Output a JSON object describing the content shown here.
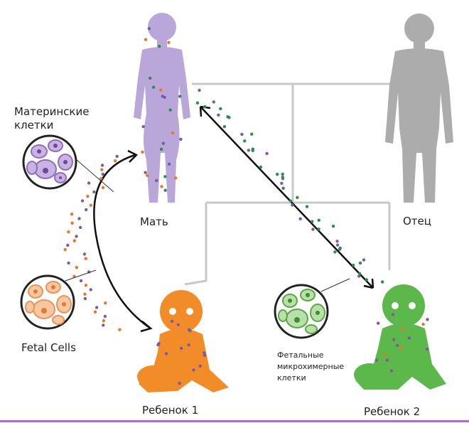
{
  "labels": {
    "maternal_cells": "Материнские клетки",
    "mother": "Мать",
    "father": "Отец",
    "fetal_cells": "Fetal Cells",
    "fetal_microchimeric_cells": "Фетальные микрохимерные клетки",
    "child1": "Ребенок 1",
    "child2": "Ребенок 2"
  },
  "colors": {
    "mother": "#b9a7d9",
    "father": "#acacac",
    "child1": "#f28c28",
    "child2": "#5cb84a",
    "maternal_dot": "#7a5ba8",
    "fetal_dot": "#e8772a",
    "green_dot": "#2e8b57"
  }
}
